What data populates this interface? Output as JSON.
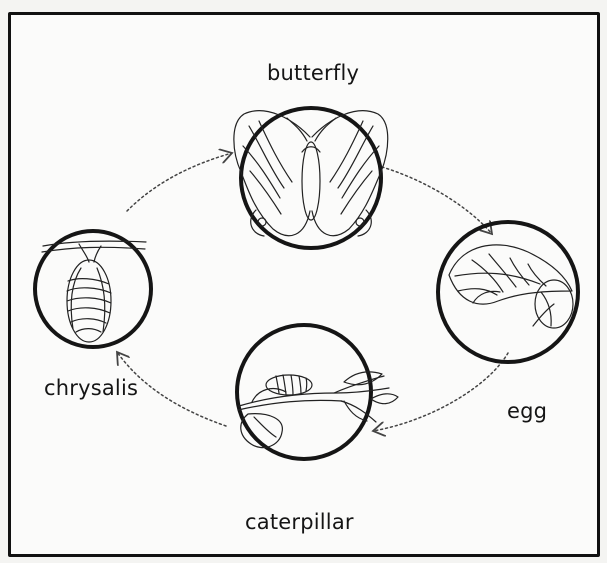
{
  "diagram": {
    "stages": [
      {
        "key": "butterfly",
        "label": "butterfly"
      },
      {
        "key": "egg",
        "label": "egg"
      },
      {
        "key": "caterpillar",
        "label": "caterpillar"
      },
      {
        "key": "chrysalis",
        "label": "chrysalis"
      }
    ]
  }
}
